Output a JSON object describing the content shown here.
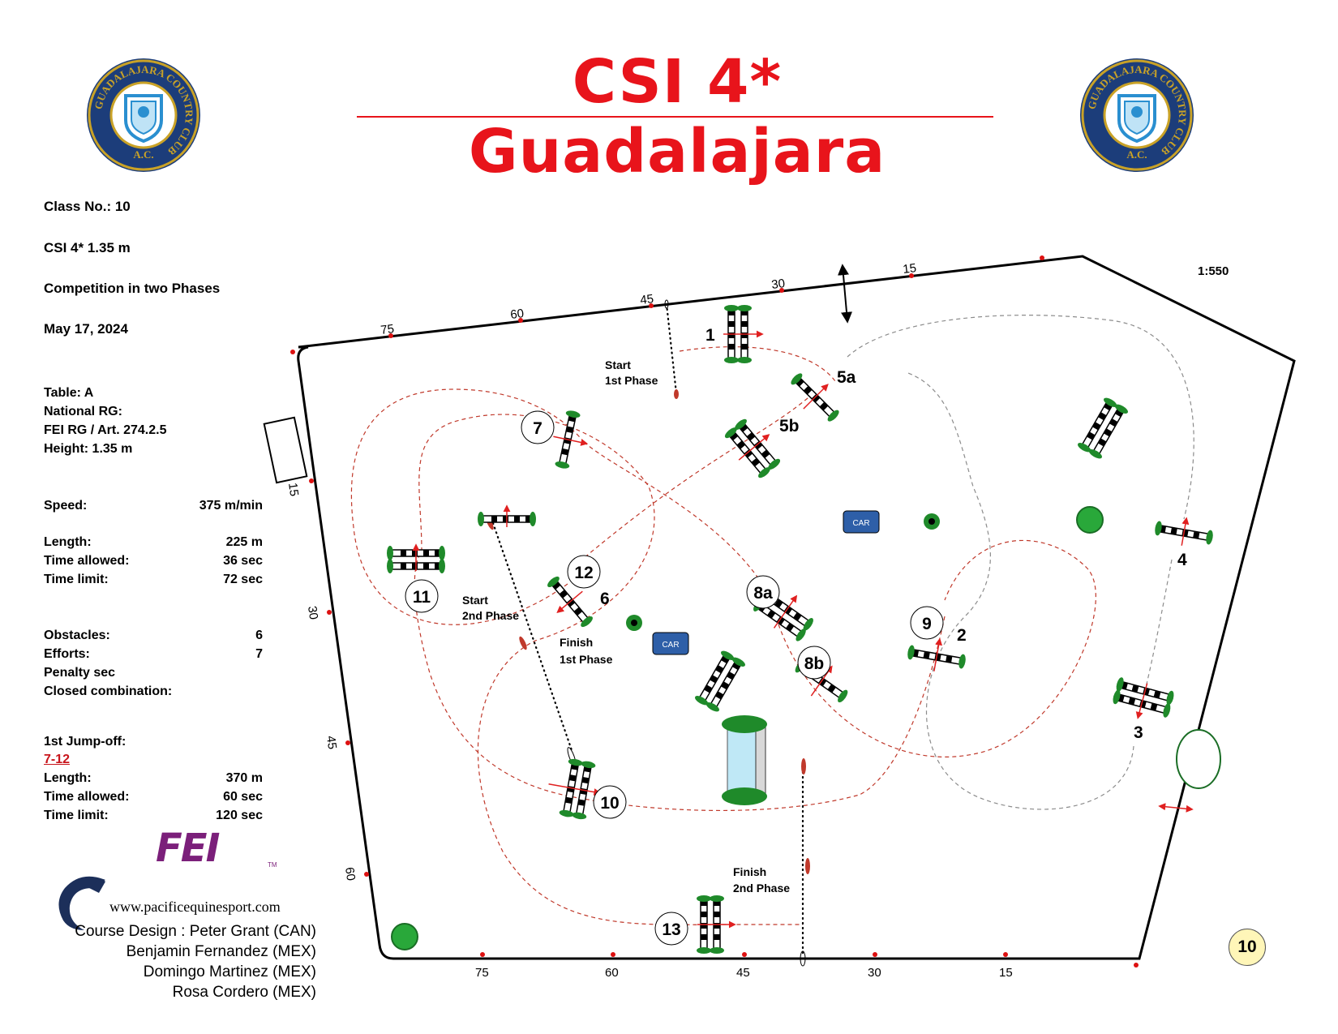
{
  "title": "CSI 4* Guadalajara",
  "logo": {
    "ring_text": "GUADALAJARA COUNTRY CLUB",
    "bottom_text": "A.C.",
    "ring_color": "#1c3d7a",
    "gold": "#c9a227"
  },
  "info": {
    "class_no": "Class No.: 10",
    "category": "CSI 4* 1.35 m",
    "competition": "Competition in two Phases",
    "date": "May 17, 2024",
    "table": "Table: A",
    "national_rg": "National RG:",
    "fei_rg": "FEI RG / Art. 274.2.5",
    "height": "Height: 1.35  m",
    "speed": {
      "label": "Speed:",
      "value": "375  m/min"
    },
    "length": {
      "label": "Length:",
      "value": "225    m"
    },
    "time_allowed": {
      "label": "Time allowed:",
      "value": "36  sec"
    },
    "time_limit": {
      "label": "Time limit:",
      "value": "72  sec"
    },
    "obstacles": {
      "label": "Obstacles:",
      "value": "6"
    },
    "efforts": {
      "label": "Efforts:",
      "value": "7"
    },
    "penalty": "Penalty sec",
    "closed": "Closed combination:",
    "jumpoff_title": "1st Jump-off:",
    "jumpoff_link": "7-12",
    "jo_length": {
      "label": "Length:",
      "value": "370    m"
    },
    "jo_time_allowed": {
      "label": "Time allowed:",
      "value": "60  sec"
    },
    "jo_time_limit": {
      "label": "Time limit:",
      "value": "120  sec"
    }
  },
  "fei_logo": {
    "text": "FEI",
    "tm": "TM"
  },
  "website": "www.pacificequinesport.com",
  "credits": [
    "Course Design : Peter Grant (CAN)",
    "Benjamin Fernandez (MEX)",
    "Domingo Martinez (MEX)",
    "Rosa Cordero (MEX)"
  ],
  "scale": "1:550",
  "class_badge": "10",
  "arena": {
    "top_ticks": [
      "75",
      "60",
      "45",
      "30",
      "15"
    ],
    "bottom_ticks": [
      "75",
      "60",
      "45",
      "30",
      "15"
    ],
    "left_ticks": [
      "15",
      "30",
      "45",
      "60"
    ],
    "start1": [
      "Start",
      "1st Phase"
    ],
    "start2": [
      "Start",
      "2nd Phase"
    ],
    "finish1": [
      "Finish",
      "1st Phase"
    ],
    "finish2": [
      "Finish",
      "2nd Phase"
    ],
    "car": "CAR",
    "circled_numbers": [
      "7",
      "12",
      "11",
      "8a",
      "9",
      "8b",
      "10",
      "13"
    ],
    "plain_numbers": [
      "1",
      "5a",
      "5b",
      "6",
      "4",
      "2",
      "3"
    ]
  },
  "colors": {
    "title_red": "#e8141b",
    "path_red": "#c0392b",
    "path_grey": "#8c8c8c",
    "car_blue": "#2e5fa8",
    "hedge_green": "#1f8a2a",
    "fei_purple": "#7b1f7a"
  }
}
